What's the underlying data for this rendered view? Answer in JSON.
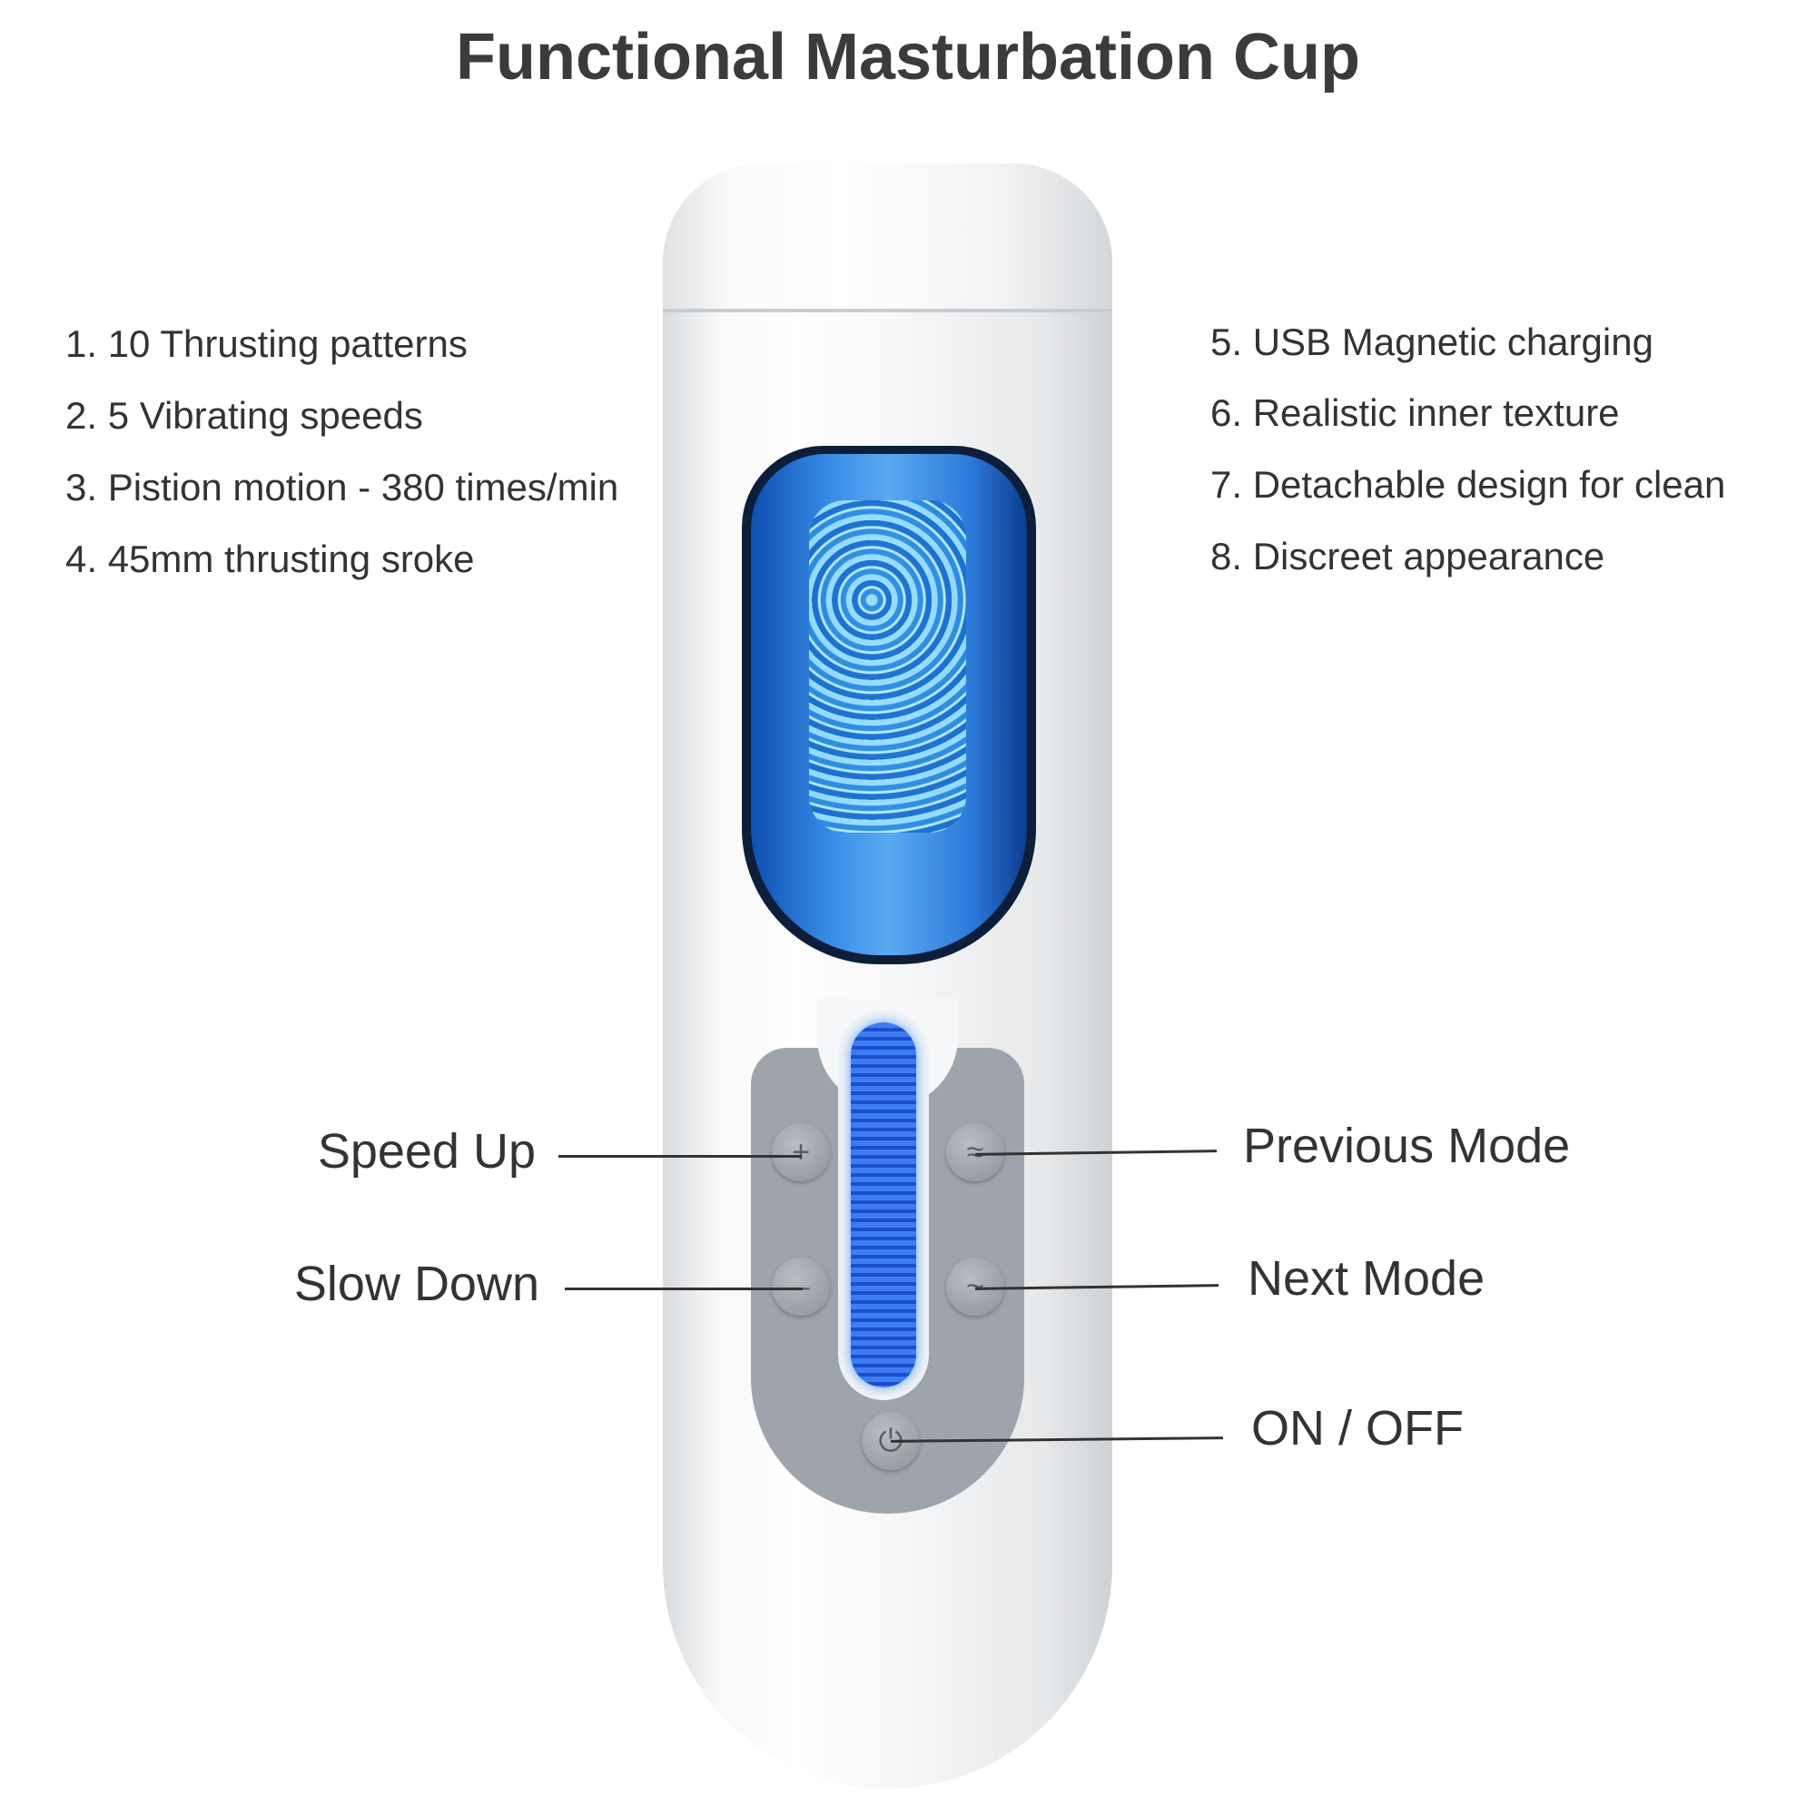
{
  "title": "Functional Masturbation Cup",
  "features_left": [
    "1. 10 Thrusting patterns",
    "2. 5 Vibrating speeds",
    "3. Pistion motion - 380 times/min",
    "4. 45mm thrusting sroke"
  ],
  "features_right": [
    "5. USB Magnetic charging",
    "6. Realistic inner texture",
    "7. Detachable design for clean",
    "8. Discreet appearance"
  ],
  "controls": {
    "speed_up": "Speed Up",
    "slow_down": "Slow Down",
    "previous_mode": "Previous Mode",
    "next_mode": "Next Mode",
    "on_off": "ON / OFF"
  },
  "icons": {
    "plus": "+",
    "minus": "–",
    "prev": "≈",
    "next": "~",
    "power": "⏻"
  }
}
